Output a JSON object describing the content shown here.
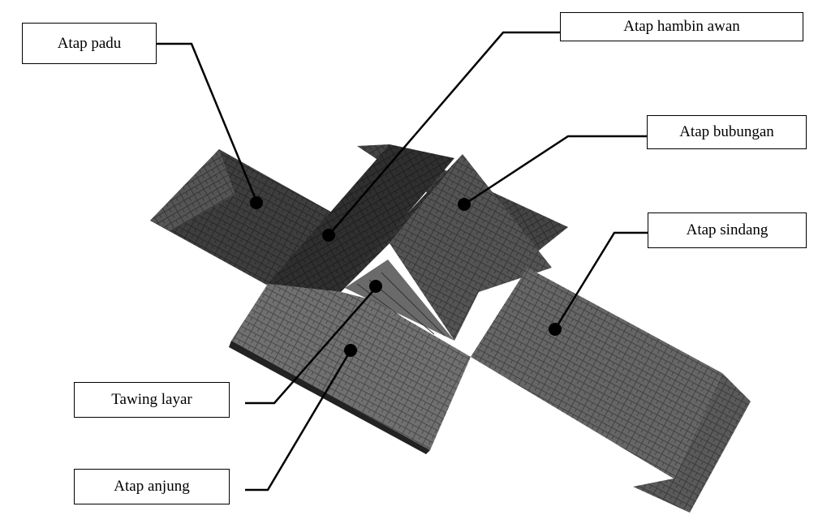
{
  "labels": {
    "atap_padu": "Atap padu",
    "atap_hambin_awan": "Atap hambin awan",
    "atap_bubungan": "Atap bubungan",
    "atap_sindang": "Atap sindang",
    "tawing_layar": "Tawing layar",
    "atap_anjung": "Atap anjung"
  },
  "colors": {
    "roof_dark": "#3a3a3a",
    "roof_mid": "#5b5b5b",
    "roof_light": "#7a7a7a",
    "line": "#000000"
  }
}
